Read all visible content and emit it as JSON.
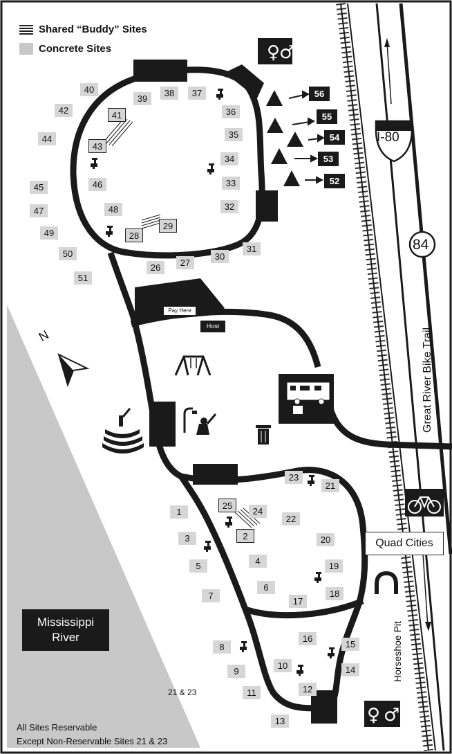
{
  "legend": {
    "buddy_label": "Shared “Buddy” Sites",
    "concrete_label": "Concrete Sites"
  },
  "highway": {
    "interstate": "I-80",
    "route": "84"
  },
  "trail_label": "Great River Bike Trail",
  "river_label": "Mississippi River",
  "destination_label": "Quad Cities",
  "horseshoe_label": "Horseshoe Pit",
  "pay_label": "Pay Here",
  "host_label": "Host",
  "note_21_23": "21 & 23",
  "footer": {
    "line1": "All Sites Reservable",
    "line2": "Except Non-Reservable Sites 21 & 23"
  },
  "compass": "N",
  "colors": {
    "road": "#1a1a1a",
    "concrete": "#d6d6d6",
    "river": "#c8c8c8"
  },
  "tent_sites": [
    "56",
    "55",
    "54",
    "53",
    "52"
  ],
  "sites": [
    "40",
    "42",
    "44",
    "45",
    "47",
    "49",
    "50",
    "51",
    "39",
    "38",
    "37",
    "36",
    "35",
    "34",
    "33",
    "32",
    "31",
    "30",
    "27",
    "26",
    "46",
    "48",
    "1",
    "3",
    "5",
    "7",
    "4",
    "6",
    "24",
    "22",
    "20",
    "23",
    "21",
    "19",
    "18",
    "17",
    "16",
    "15",
    "14",
    "8",
    "9",
    "10",
    "11",
    "12",
    "13"
  ],
  "buddy_sites": [
    "41",
    "43",
    "28",
    "29",
    "25",
    "2"
  ],
  "icons": [
    "restroom-icon",
    "water-spigot-icon",
    "tent-icon",
    "swing-icon",
    "shower-icon",
    "trash-icon",
    "rv-dump-icon",
    "amphitheater-icon",
    "bike-icon",
    "horseshoe-icon",
    "interstate-shield-icon",
    "route-circle-icon"
  ]
}
